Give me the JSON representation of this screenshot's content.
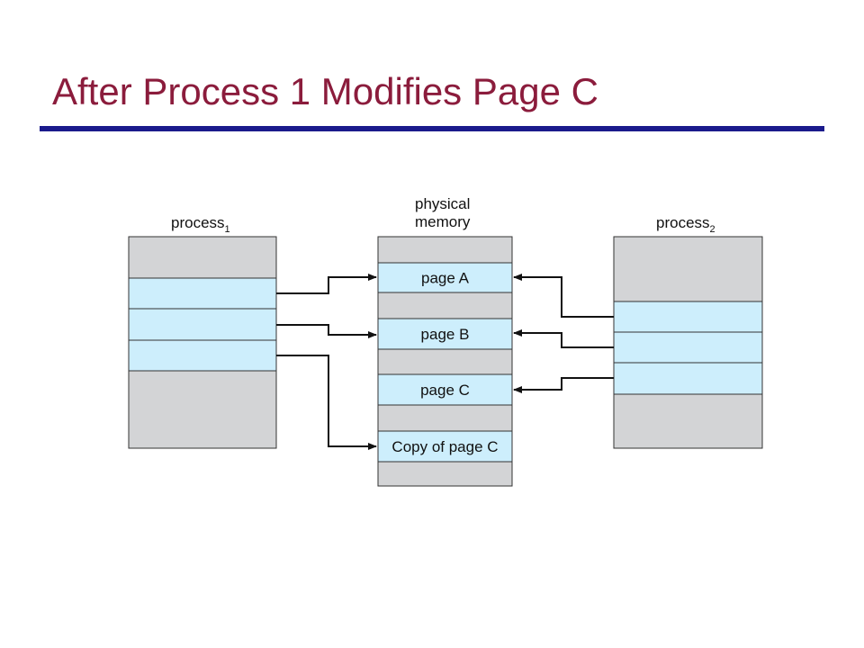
{
  "title": "After Process 1 Modifies Page C",
  "colors": {
    "title": "#8b1c3c",
    "rule": "#1a1a8c",
    "page_fill": "#cdeefc",
    "empty_fill": "#d3d4d6"
  },
  "diagram": {
    "process1": {
      "label": "process",
      "subscript": "1"
    },
    "physical_memory": {
      "label_line1": "physical",
      "label_line2": "memory"
    },
    "process2": {
      "label": "process",
      "subscript": "2"
    },
    "pages": {
      "a": "page A",
      "b": "page B",
      "c": "page C",
      "copy_c": "Copy of page C"
    }
  }
}
